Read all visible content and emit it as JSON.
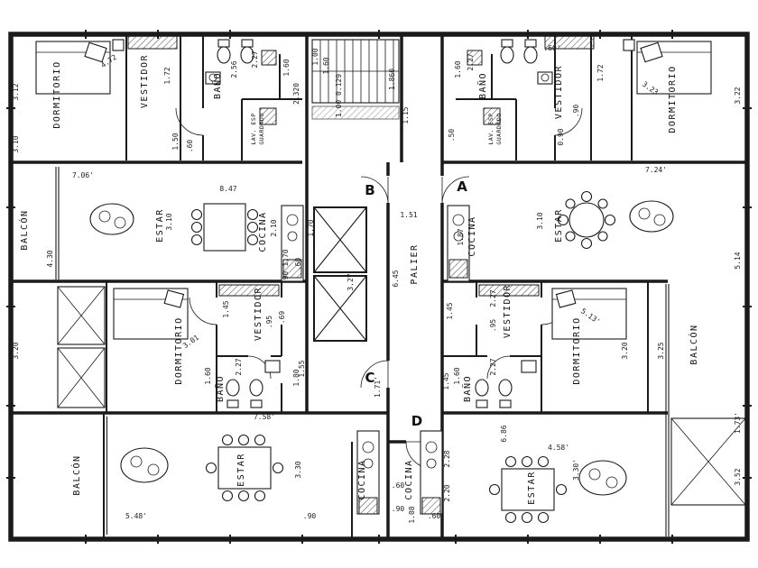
{
  "page": {
    "background": "#ffffff",
    "ink": "#1a1a1a",
    "drawing_type": "architectural floor plan, four apartments around central core"
  },
  "units": {
    "a": "A",
    "b": "B",
    "c": "C",
    "d": "D"
  },
  "rooms": [
    {
      "label": "DORMITORIO"
    },
    {
      "label": "VESTIDOR"
    },
    {
      "label": "BAÑO"
    },
    {
      "label": "LAV. ESP"
    },
    {
      "label": "GUARDADO"
    },
    {
      "label": "BALCÓN"
    },
    {
      "label": "ESTAR"
    },
    {
      "label": "COCINA"
    },
    {
      "label": "PALIER"
    },
    {
      "label": "COCINA"
    },
    {
      "label": "ESTAR"
    },
    {
      "label": "BAÑO"
    },
    {
      "label": "LAV. ESP"
    },
    {
      "label": "GUARDADO"
    },
    {
      "label": "VESTIDOR"
    },
    {
      "label": "DORMITORIO"
    },
    {
      "label": "DORMITORIO"
    },
    {
      "label": "VESTIDOR"
    },
    {
      "label": "BAÑO"
    },
    {
      "label": "VESTIDOR"
    },
    {
      "label": "DORMITORIO"
    },
    {
      "label": "BAÑO"
    },
    {
      "label": "BALCÓN"
    },
    {
      "label": "ESTAR"
    },
    {
      "label": "COCINA"
    },
    {
      "label": "COCINA"
    },
    {
      "label": "ESTAR"
    },
    {
      "label": "BALCÓN"
    }
  ],
  "dims": [
    "3.12",
    "3.10",
    "4.72",
    "1.72",
    "1.50",
    ".60",
    "2.56",
    "2.27",
    "1.60",
    "2.320",
    "1.00",
    "1.60",
    "1.00 0.129",
    "1.860",
    "1.15",
    "2.27",
    "1.60",
    ".60'",
    ".90",
    ".50",
    "1.72",
    "3.23",
    "3.22",
    "0.90",
    "7.24'",
    "7.06'",
    "8.47",
    "3.10",
    "2.10",
    "4.30",
    "1.70",
    ".90",
    ".60",
    "1.70",
    "3.27",
    "6.45",
    "1.51",
    "1.87",
    "3.10",
    "5.14",
    "2.27",
    ".95",
    "1.45",
    "1.45",
    ".95",
    ".69",
    "1.55",
    "3.20",
    "3.01",
    "5.13'",
    "3.20",
    "3.25",
    "1.73'",
    "3.52",
    "2.27",
    "1.60",
    "1.80",
    "1.71'",
    "2.27",
    "1.60",
    "1.45",
    "7.58'",
    "6.86",
    "3.30",
    "3.30'",
    "2.28",
    "2.20",
    ".60",
    ".90",
    "1.08",
    ".60",
    "5.48'",
    "4.58'",
    ".90"
  ]
}
